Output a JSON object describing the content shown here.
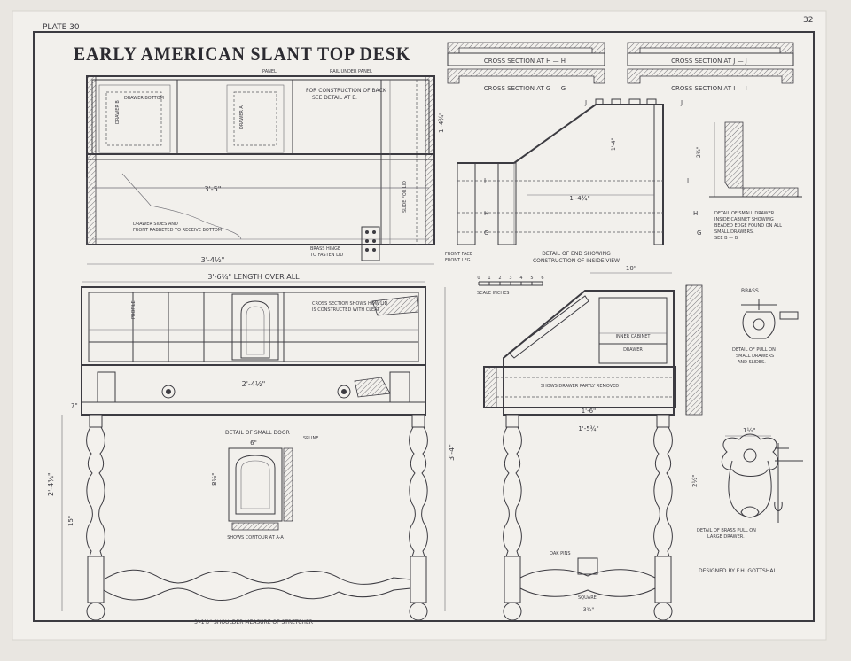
{
  "plate": "PLATE 30",
  "corner_mark": "32",
  "title": "EARLY AMERICAN SLANT TOP DESK",
  "sections": {
    "hh": "CROSS SECTION AT H — H",
    "jj": "CROSS SECTION AT J — J",
    "gg": "CROSS SECTION AT G — G",
    "ii": "CROSS SECTION AT I — I"
  },
  "plan": {
    "panel": "PANEL",
    "rail_under_panel": "RAIL UNDER PANEL",
    "drawer_bottom": "DRAWER BOTTOM",
    "drawer_b": "DRAWER B",
    "drawer_a": "DRAWER A",
    "construction_back": "FOR CONSTRUCTION OF BACK",
    "see_detail_e": "SEE DETAIL AT E.",
    "dim_total": "3'-4½\"",
    "dim_inner": "3'-5\"",
    "drawer_sides_note_1": "DRAWER SIDES AND",
    "drawer_sides_note_2": "FRONT RABBETED TO RECEIVE BOTTOM",
    "brass_hinge_1": "BRASS HINGE",
    "brass_hinge_2": "TO FASTEN LID",
    "slide_label": "SLIDE FOR LID",
    "dim_side": "1'-4¾\""
  },
  "end_view": {
    "front_face": "FRONT FACE",
    "front_leg": "FRONT LEG",
    "caption_1": "DETAIL OF END SHOWING",
    "caption_2": "CONSTRUCTION OF INSIDE VIEW",
    "dim_width": "1'-4¾\"",
    "dim_height": "1'-4\"",
    "letters": [
      "J",
      "J",
      "I",
      "I",
      "H",
      "H",
      "G",
      "G"
    ]
  },
  "small_drawer_detail": {
    "line1": "DETAIL OF SMALL DRAWER",
    "line2": "INSIDE CABINET SHOWING",
    "line3": "BEADED EDGE FOUND ON ALL",
    "line4": "SMALL DRAWERS.",
    "line5": "SEE B — B"
  },
  "front": {
    "length_overall": "3'-6¾\" LENGTH OVER ALL",
    "cross_section_1": "CROSS SECTION SHOWS HOW LID",
    "cross_section_2": "IS CONSTRUCTED WITH CLEAT",
    "profile": "PROFILE",
    "dim_mid": "2'-4½\"",
    "dim_height": "3'-4\"",
    "dim_leg": "2'-4¾\"",
    "dim_lower": "15\"",
    "dim_seven": "7\"",
    "stretcher": "3'-1½\" SHOULDER MEASURE OF STRETCHER"
  },
  "small_door": {
    "title": "DETAIL OF SMALL DOOR",
    "spline": "SPLINE",
    "contour": "SHOWS CONTOUR AT A-A",
    "dim_w": "6\"",
    "dim_h": "8⅛\""
  },
  "scale": {
    "label": "SCALE  INCHES",
    "ticks": [
      "0",
      "1",
      "2",
      "3",
      "4",
      "5",
      "6"
    ]
  },
  "side": {
    "dim_top": "10\"",
    "inner_cabinet": "INNER CABINET",
    "drawer": "DRAWER",
    "shows_drawer": "SHOWS DRAWER PARTLY REMOVED",
    "dim_depth": "1'-6\"",
    "dim_base": "1'-5¾\"",
    "oak_pins": "OAK PINS",
    "square": "SQUARE",
    "dim_foot": "3¾\""
  },
  "pull_small": {
    "brass": "BRASS",
    "line1": "DETAIL OF PULL ON",
    "line2": "SMALL DRAWERS",
    "line3": "AND SLIDES."
  },
  "pull_large": {
    "dim_w": "1½\"",
    "dim_h": "2½\"",
    "line1": "DETAIL OF BRASS PULL ON",
    "line2": "LARGE DRAWER."
  },
  "designer": "DESIGNED BY F.H. GOTTSHALL"
}
